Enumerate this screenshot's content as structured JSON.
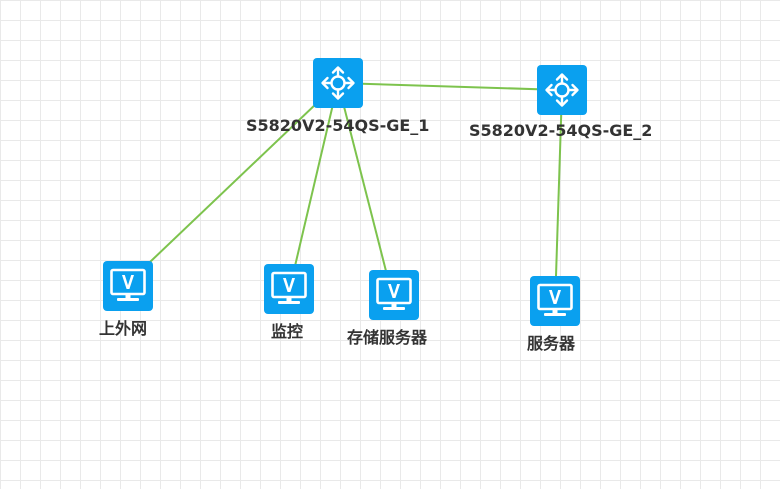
{
  "colors": {
    "device": "#0aa0ef",
    "link": "#7dc34d",
    "label": "#333333",
    "grid": "#e9e9e9"
  },
  "nodes": [
    {
      "id": "sw1",
      "name": "switch-S5820V2-54QS-GE_1",
      "type": "switch",
      "label": "S5820V2-54QS-GE_1",
      "icon": "router-arrows-icon"
    },
    {
      "id": "sw2",
      "name": "switch-S5820V2-54QS-GE_2",
      "type": "switch",
      "label": "S5820V2-54QS-GE_2",
      "icon": "router-arrows-icon"
    },
    {
      "id": "ext",
      "name": "host-external-network",
      "type": "host",
      "label": "上外网",
      "icon": "monitor-icon"
    },
    {
      "id": "mon",
      "name": "host-monitoring",
      "type": "host",
      "label": "监控",
      "icon": "monitor-icon"
    },
    {
      "id": "stor",
      "name": "host-storage-server",
      "type": "host",
      "label": "存储服务器",
      "icon": "monitor-icon"
    },
    {
      "id": "srv",
      "name": "host-server",
      "type": "host",
      "label": "服务器",
      "icon": "monitor-icon"
    }
  ],
  "links": [
    {
      "from": "sw1",
      "to": "sw2"
    },
    {
      "from": "sw1",
      "to": "ext"
    },
    {
      "from": "sw1",
      "to": "mon"
    },
    {
      "from": "sw1",
      "to": "stor"
    },
    {
      "from": "sw2",
      "to": "srv"
    }
  ]
}
